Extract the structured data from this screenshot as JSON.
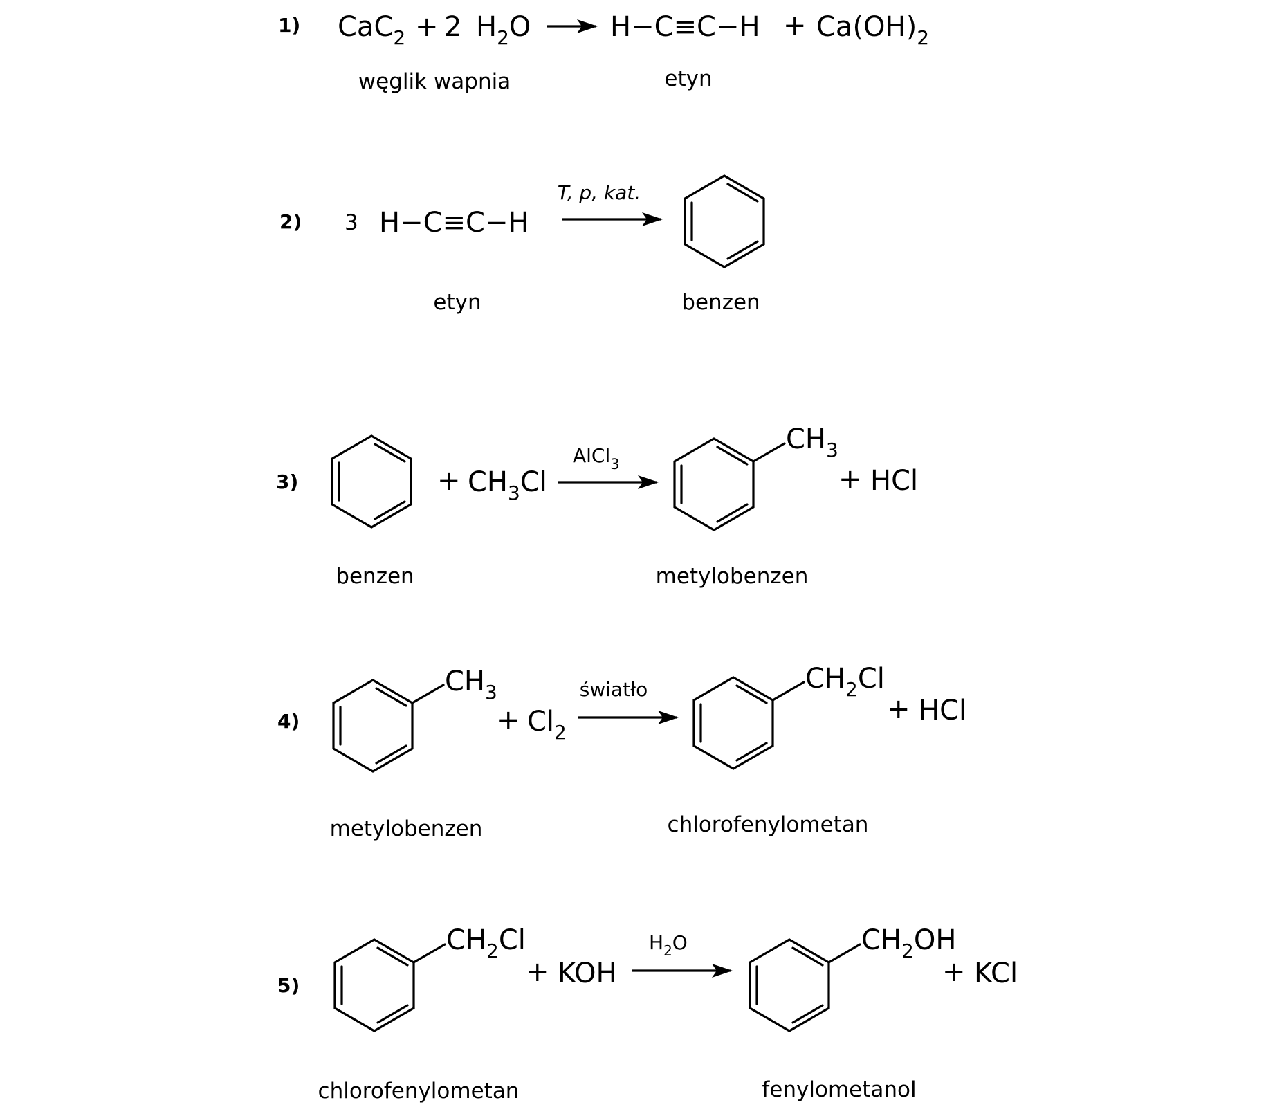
{
  "reactions": [
    {
      "number": "1)",
      "reactant1": {
        "main": "CaC",
        "sub": "2"
      },
      "plus1": "+",
      "coef": "2",
      "reactant2": {
        "a": "H",
        "sub": "2",
        "b": "O"
      },
      "product1": "H−C≡C−H",
      "plus2": "+",
      "product2": {
        "main": "Ca(OH)",
        "sub": "2"
      },
      "reactant_name": "węglik wapnia",
      "product_name": "etyn"
    },
    {
      "number": "2)",
      "coef": "3",
      "reactant": "H−C≡C−H",
      "condition": "T, p, kat.",
      "reactant_name": "etyn",
      "product_name": "benzen"
    },
    {
      "number": "3)",
      "plus1": "+",
      "reagent": {
        "a": "CH",
        "sub": "3",
        "b": "Cl"
      },
      "condition": {
        "main": "AlCl",
        "sub": "3"
      },
      "substituent": {
        "main": "CH",
        "sub": "3"
      },
      "plus2": "+",
      "byproduct": "HCl",
      "reactant_name": "benzen",
      "product_name": "metylobenzen"
    },
    {
      "number": "4)",
      "substituent_reactant": {
        "main": "CH",
        "sub": "3"
      },
      "plus1": "+",
      "reagent": {
        "main": "Cl",
        "sub": "2"
      },
      "condition": "światło",
      "substituent_product": {
        "a": "CH",
        "sub": "2",
        "b": "Cl"
      },
      "plus2": "+",
      "byproduct": "HCl",
      "reactant_name": "metylobenzen",
      "product_name": "chlorofenylometan"
    },
    {
      "number": "5)",
      "substituent_reactant": {
        "a": "CH",
        "sub": "2",
        "b": "Cl"
      },
      "plus1": "+",
      "reagent": "KOH",
      "condition": {
        "a": "H",
        "sub": "2",
        "b": "O"
      },
      "substituent_product": {
        "a": "CH",
        "sub": "2",
        "b": "OH"
      },
      "plus2": "+",
      "byproduct": "KCl",
      "reactant_name": "chlorofenylometan",
      "product_name": "fenylometanol"
    }
  ]
}
